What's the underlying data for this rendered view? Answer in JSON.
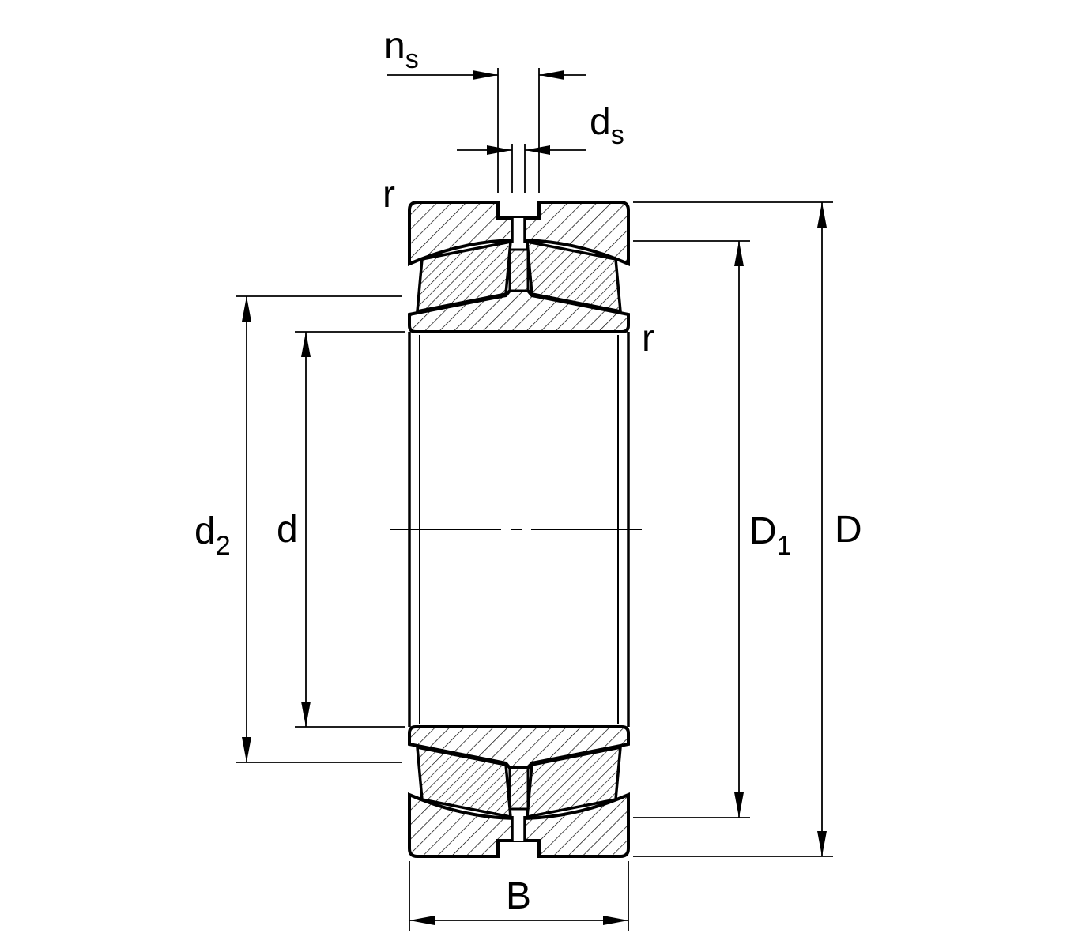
{
  "figure": {
    "kind": "spherical-roller-bearing-cross-section",
    "background": "#ffffff",
    "line_color": "#000000"
  },
  "labels": {
    "ns": {
      "base": "n",
      "sub": "s"
    },
    "ds": {
      "base": "d",
      "sub": "s"
    },
    "r_outer": {
      "base": "r"
    },
    "r_inner": {
      "base": "r"
    },
    "d2": {
      "base": "d",
      "sub": "2"
    },
    "d": {
      "base": "d"
    },
    "D1": {
      "base": "D",
      "sub": "1"
    },
    "D": {
      "base": "D"
    },
    "B": {
      "base": "B"
    }
  }
}
